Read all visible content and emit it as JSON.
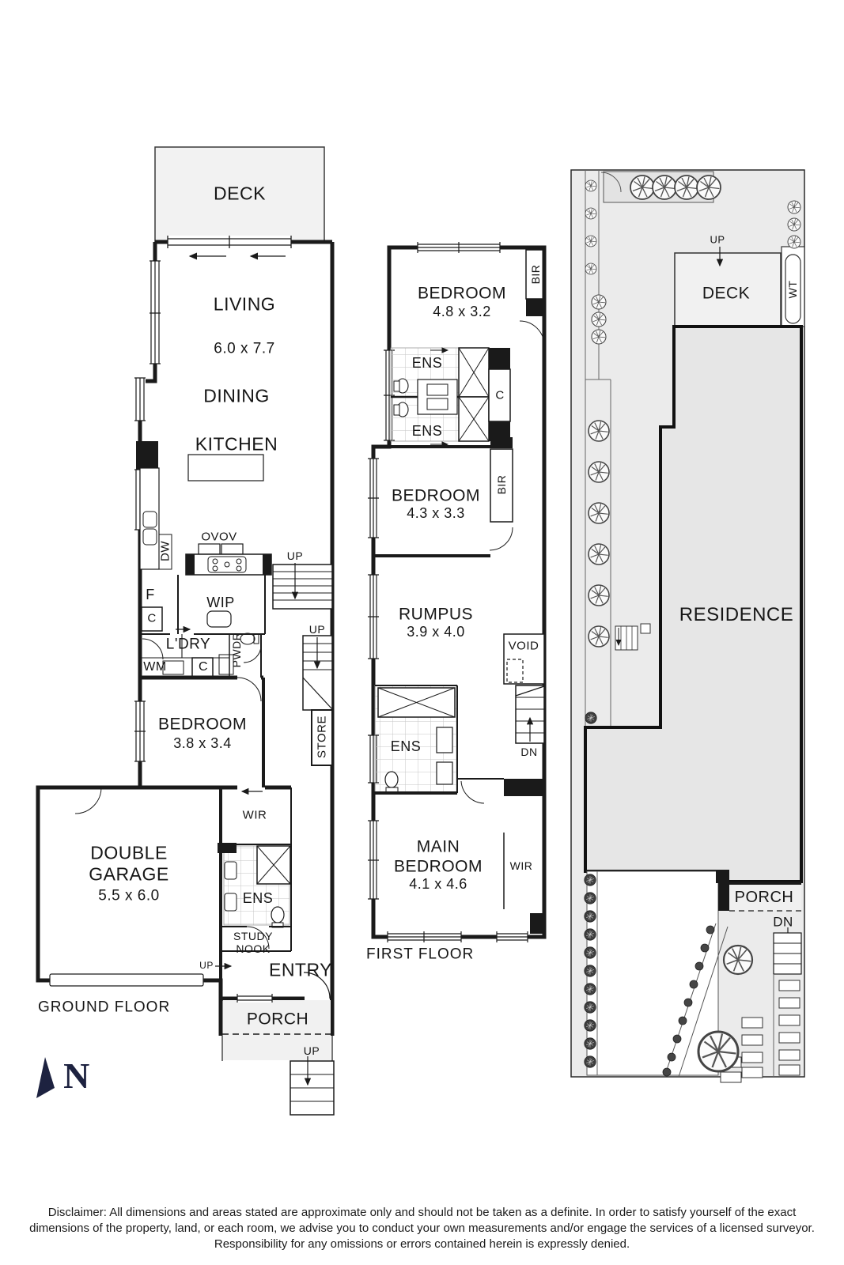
{
  "ground_floor": {
    "title": "GROUND FLOOR",
    "compass": "N",
    "deck": "DECK",
    "living": "LIVING",
    "living_dim": "6.0 x 7.7",
    "dining": "DINING",
    "kitchen": "KITCHEN",
    "ovens": "OVOV",
    "dishwasher": "DW",
    "fridge": "F",
    "kitchen_cupboard": "C",
    "pantry": "WIP",
    "stairs_up_main": "UP",
    "laundry": "L'DRY",
    "powder": "PWDR",
    "washing_machine": "WM",
    "laundry_cupboard": "C",
    "stairs_up_store": "UP",
    "store": "STORE",
    "bedroom": "BEDROOM",
    "bedroom_dim": "3.8 x 3.4",
    "wir": "WIR",
    "garage_line1": "DOUBLE",
    "garage_line2": "GARAGE",
    "garage_dim": "5.5 x 6.0",
    "ensuite": "ENS",
    "study_line1": "STUDY",
    "study_line2": "NOOK",
    "entry_up": "UP",
    "entry": "ENTRY",
    "porch": "PORCH",
    "porch_up": "UP"
  },
  "first_floor": {
    "title": "FIRST FLOOR",
    "bedroom1": "BEDROOM",
    "bedroom1_dim": "4.8 x 3.2",
    "bir1": "BIR",
    "ens1": "ENS",
    "cupboard": "C",
    "ens2": "ENS",
    "bedroom2": "BEDROOM",
    "bedroom2_dim": "4.3 x 3.3",
    "bir2": "BIR",
    "rumpus": "RUMPUS",
    "rumpus_dim": "3.9 x 4.0",
    "void": "VOID",
    "stairs_dn": "DN",
    "ens3": "ENS",
    "main_bedroom_line1": "MAIN",
    "main_bedroom_line2": "BEDROOM",
    "main_bedroom_dim": "4.1 x 4.6",
    "wir": "WIR"
  },
  "site_plan": {
    "deck_up": "UP",
    "deck": "DECK",
    "water_tank": "WT",
    "residence": "RESIDENCE",
    "porch": "PORCH",
    "porch_dn": "DN"
  },
  "disclaimer": "Disclaimer: All dimensions and areas stated are approximate only and should not be taken as a definite. In order to satisfy yourself of the exact dimensions of the property, land, or each room, we advise you to conduct your own measurements and/or engage the services of a licensed surveyor. Responsibility for any omissions or errors contained herein is expressly denied."
}
